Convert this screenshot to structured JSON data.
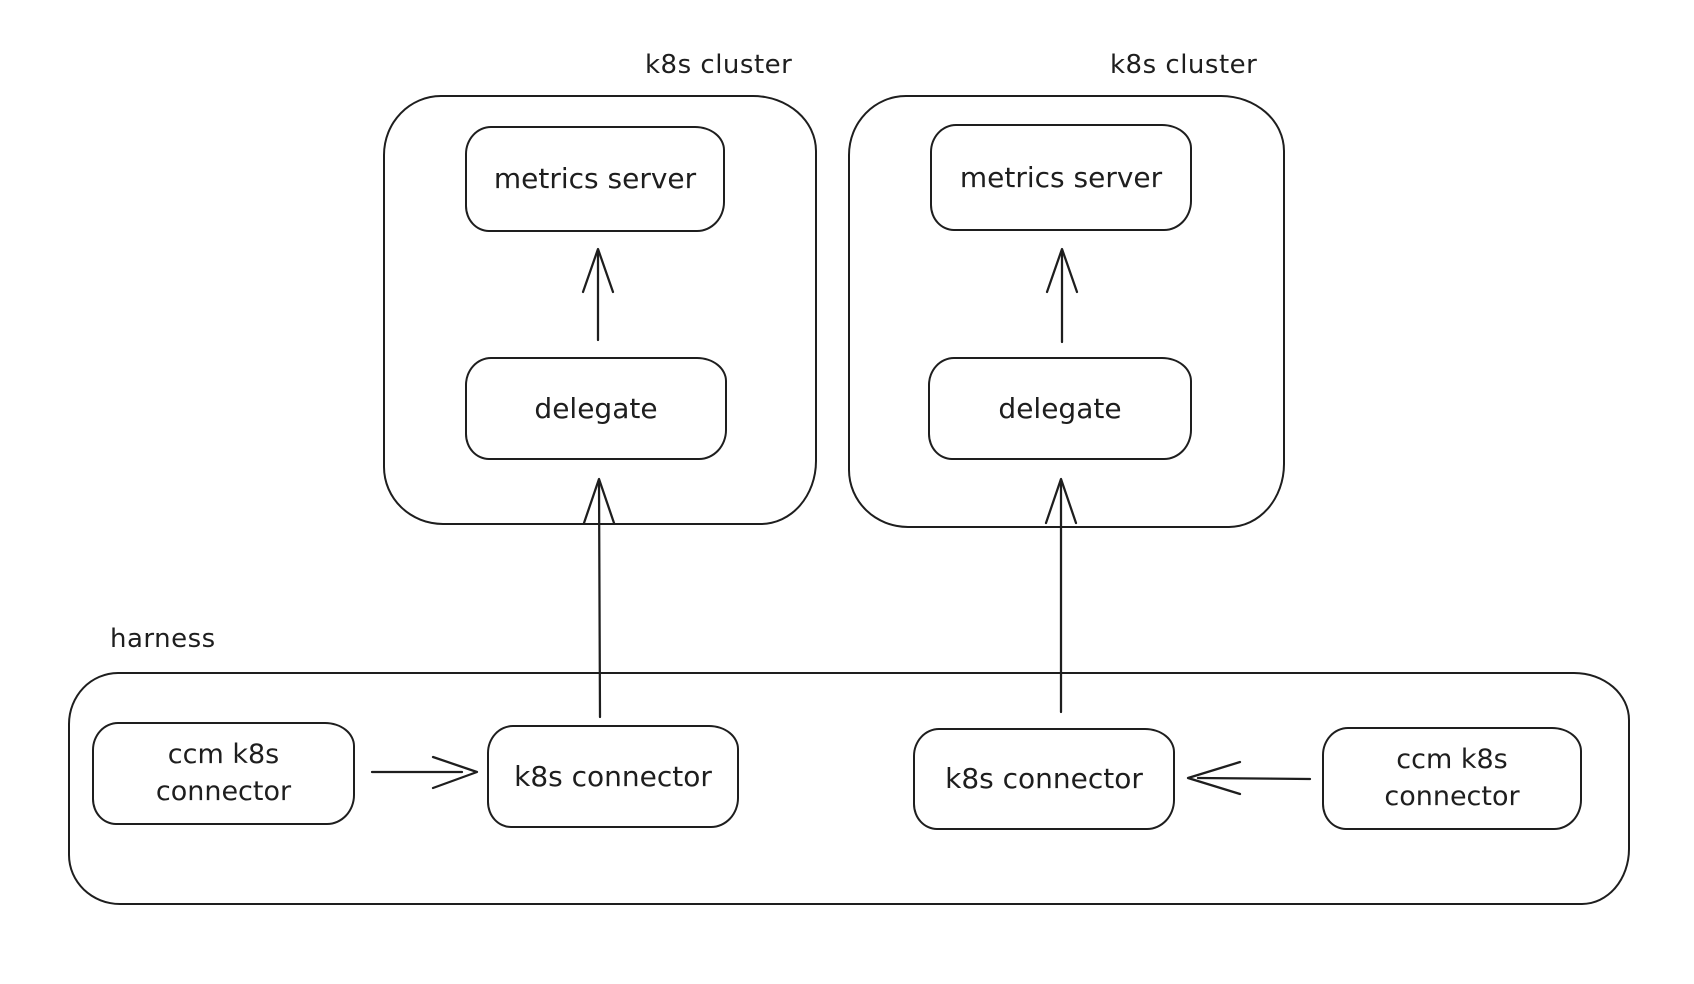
{
  "diagram": {
    "colors": {
      "stroke": "#1e1e1e",
      "background": "#ffffff"
    },
    "clusters": [
      {
        "label": "k8s cluster",
        "metrics_server_label": "metrics server",
        "delegate_label": "delegate"
      },
      {
        "label": "k8s cluster",
        "metrics_server_label": "metrics server",
        "delegate_label": "delegate"
      }
    ],
    "harness": {
      "label": "harness",
      "left_group": {
        "ccm_connector_label": "ccm k8s connector",
        "k8s_connector_label": "k8s connector"
      },
      "right_group": {
        "ccm_connector_label": "ccm k8s connector",
        "k8s_connector_label": "k8s connector"
      }
    },
    "edges": [
      {
        "from": "delegate (left cluster)",
        "to": "metrics server (left cluster)",
        "direction": "up"
      },
      {
        "from": "delegate (right cluster)",
        "to": "metrics server (right cluster)",
        "direction": "up"
      },
      {
        "from": "k8s connector (harness left)",
        "to": "delegate (left cluster)",
        "direction": "up"
      },
      {
        "from": "k8s connector (harness right)",
        "to": "delegate (right cluster)",
        "direction": "up"
      },
      {
        "from": "ccm k8s connector (harness left)",
        "to": "k8s connector (harness left)",
        "direction": "right"
      },
      {
        "from": "ccm k8s connector (harness right)",
        "to": "k8s connector (harness right)",
        "direction": "left"
      }
    ]
  }
}
